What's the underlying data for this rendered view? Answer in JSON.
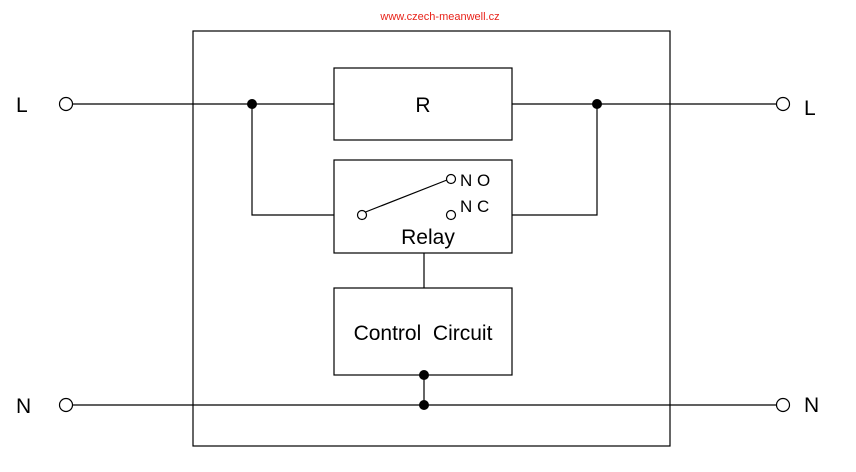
{
  "watermark": {
    "text": "www.czech-meanwell.cz",
    "color": "#e8231a"
  },
  "terminals": {
    "left_line": "L",
    "right_line": "L",
    "left_neutral": "N",
    "right_neutral": "N"
  },
  "components": {
    "resistor": "R",
    "relay": "Relay",
    "relay_no": "N O",
    "relay_nc": "N C",
    "control_circuit": "Control  Circuit"
  },
  "colors": {
    "line": "#000000",
    "background": "#ffffff"
  }
}
